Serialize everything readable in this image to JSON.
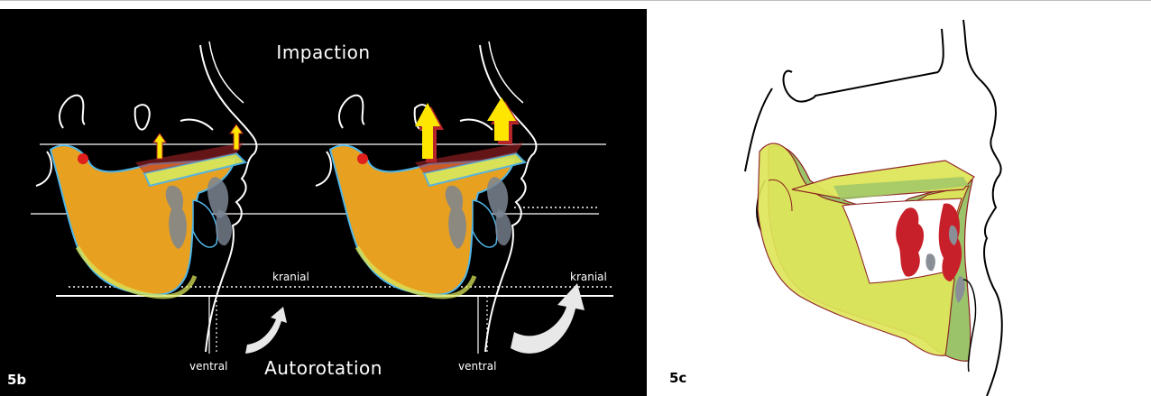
{
  "panel_b": {
    "label": "5b",
    "top_title": "Impaction",
    "bottom_title": "Autorotation",
    "kranial_left": "kranial",
    "kranial_right": "kranial",
    "ventral_left": "ventral",
    "ventral_right": "ventral"
  },
  "panel_c": {
    "label": "5c"
  },
  "colors": {
    "background_b": "#000000",
    "mandible": "#e8a020",
    "maxilla_outline_blue": "#4fb6e8",
    "autorotated_overlay": "#d9e55a",
    "arrow_yellow": "#ffe600",
    "arrow_shadow": "#b4262a",
    "condyle_dot": "#e0201c",
    "teeth_grey": "#7b8593",
    "jaw_c_yellow": "#dfe65a",
    "jaw_c_green": "#9bc46a",
    "teeth_c_red": "#c8202a"
  }
}
